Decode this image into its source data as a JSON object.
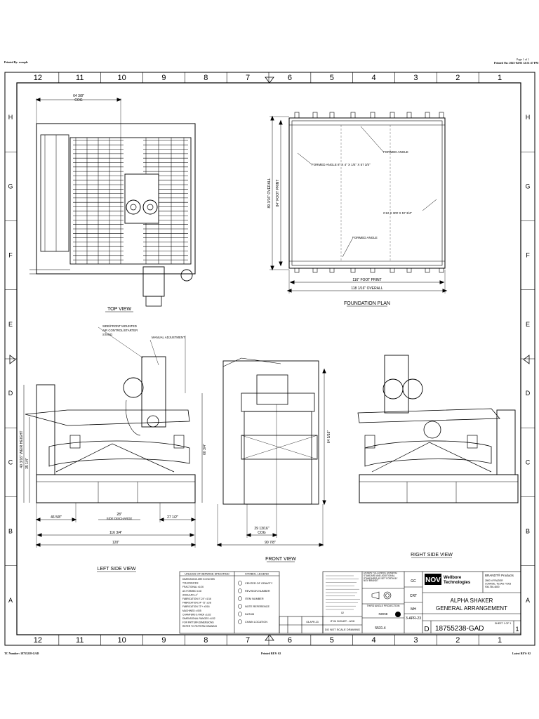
{
  "header": {
    "printed_by": "Printed By: rcouple",
    "page_no": "Page 1 of 1",
    "printed_on": "Printed On: 2023-04-03 12:51:37 PM"
  },
  "footer": {
    "tc_number": "TC Number: 18755238-GAD",
    "printed_rev": "Printed REV: 02",
    "latest_rev": "Latest REV: 02"
  },
  "grid": {
    "columns": [
      "12",
      "11",
      "10",
      "9",
      "8",
      "7",
      "6",
      "5",
      "4",
      "3",
      "2",
      "1"
    ],
    "rows": [
      "H",
      "G",
      "F",
      "E",
      "D",
      "C",
      "B",
      "A"
    ]
  },
  "views": {
    "top": "TOP VIEW",
    "foundation": "FOUNDATION PLAN",
    "left_side": "LEFT SIDE VIEW",
    "front": "FRONT VIEW",
    "right_side": "RIGHT SIDE VIEW"
  },
  "dims": {
    "cog_top": "64 3/8\"",
    "cog_top_label": "COG",
    "foot_print_w": "116\" FOOT PRINT",
    "overall_w": "118 1/16\" OVERALL",
    "overall_h": "89 3/16\" OVERALL",
    "foot_print_h": "84\" FOOT PRINT",
    "left_46": "46 5/8\"",
    "left_28": "28\"",
    "left_28_sub": "SIDE DISCHARGE",
    "left_27": "27 1/2\"",
    "left_116": "116 3/4\"",
    "left_120": "120\"",
    "left_vert_1": "40 3/16\" WEIR HEIGHT",
    "left_vert_2": "35 1/4\"",
    "left_vert_3": "60 3/4\"",
    "front_cog": "29 13/16\"",
    "front_cog_label": "COG",
    "front_90": "90 7/8\"",
    "front_h": "64 5/16\""
  },
  "callouts": {
    "formed_angle": "FORMED ANGLE",
    "formed_angle_8": "FORMED ANGLE 8\" X 4\" X 1/4\" X 57 3/4\"",
    "c12": "C12 X 30# X 57 3/4\"",
    "formed_angle_b": "FORMED ANGLE",
    "stand_1": "SIDE/FRONT MOUNTED",
    "stand_2": "AIR CONTROL/STARTER",
    "stand_3": "STAND",
    "manual_adj": "MANUAL ADJUSTMENT"
  },
  "notes": {
    "unless_title": "UNLESS OTHERWISE SPECIFIED",
    "unless_lines": [
      "DIMENSIONS ARE IN INCHES",
      "TOLERANCES:",
      "FRACTIONAL  ±1/16",
      "AS FORMED  ±1/8",
      "ANGULAR  ±1°",
      "FABRICATION 0\"-24\"  ±1/16",
      "FABRICATION 24\"-72\"  ±1/8",
      "FABRICATION 72\"+  ±3/16",
      "MACHINED  ±.005",
      "CHAMFERS & RADII  ±1/32",
      "DIMENSIONAL RANGES  ±1/32",
      "FOR PATTERN DIMENSIONS",
      "REFER TO PATTERN DRAWING"
    ],
    "symbol_title": "SYMBOL LEGEND",
    "symbols": [
      "CENTER OF GRAVITY",
      "REVISION NUMBER",
      "ITEM NUMBER",
      "NOTE REFERENCE",
      "DATUM",
      "CHAIN LOCATION"
    ]
  },
  "title_block": {
    "company_line1": "Wellbore",
    "company_line2": "Technologies",
    "brandt": "BRANDT® Products",
    "address": [
      "2800 N FRAZIER",
      "CONROE, TEXAS 77303",
      "936-756-4800"
    ],
    "title_line1": "ALPHA SHAKER",
    "title_line2": "GENERAL ARRANGEMENT",
    "size": "D",
    "drawing_no": "18755238-GAD",
    "sheet": "1",
    "sheet_label": "SHEET 1 OF 1",
    "revision": "02",
    "drawn": "GC",
    "checked": "CRT",
    "approved": "MH",
    "date": "3-APR-23",
    "scale": "NONE",
    "weight": "5531.4",
    "projection": "THIRD ANGLE PROJECTION",
    "doubt": "IF IN DOUBT - ASK",
    "noscale": "DO NOT SCALE DRAWING",
    "rev_date": "03-APR-23",
    "drawing_standard": "DRAWN FOLLOWING DRAWING STANDARD AND ADDITIONAL STANDARDS AS SET FORTH BY NOV BRANDT"
  }
}
